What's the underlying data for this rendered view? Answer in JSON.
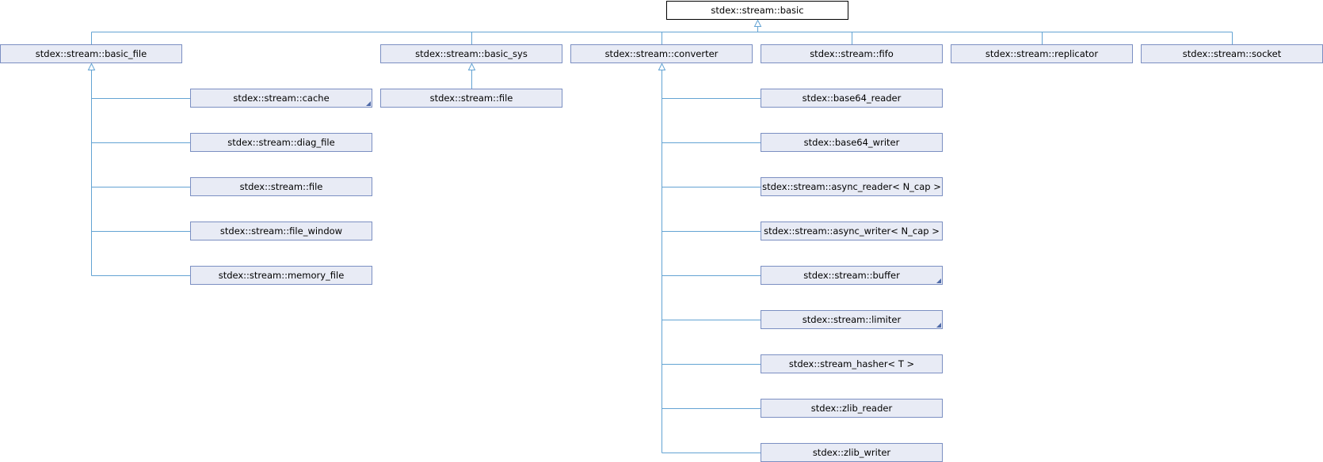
{
  "colors": {
    "edge": "#63a3d3",
    "node_fill": "#e8ebf5",
    "node_border": "#7b8fc2",
    "root_border": "#000000"
  },
  "root": {
    "id": "basic",
    "label": "stdex::stream::basic"
  },
  "children": [
    {
      "id": "basic_file",
      "label": "stdex::stream::basic_file",
      "truncated": false
    },
    {
      "id": "basic_sys",
      "label": "stdex::stream::basic_sys",
      "truncated": false
    },
    {
      "id": "converter",
      "label": "stdex::stream::converter",
      "truncated": false
    },
    {
      "id": "fifo",
      "label": "stdex::stream::fifo",
      "truncated": false
    },
    {
      "id": "replicator",
      "label": "stdex::stream::replicator",
      "truncated": false
    },
    {
      "id": "socket",
      "label": "stdex::stream::socket",
      "truncated": false
    }
  ],
  "basic_file_children": [
    {
      "label": "stdex::stream::cache",
      "truncated": true
    },
    {
      "label": "stdex::stream::diag_file",
      "truncated": false
    },
    {
      "label": "stdex::stream::file",
      "truncated": false
    },
    {
      "label": "stdex::stream::file_window",
      "truncated": false
    },
    {
      "label": "stdex::stream::memory_file",
      "truncated": false
    }
  ],
  "basic_sys_children": [
    {
      "label": "stdex::stream::file",
      "truncated": false
    }
  ],
  "converter_children": [
    {
      "label": "stdex::base64_reader",
      "truncated": false
    },
    {
      "label": "stdex::base64_writer",
      "truncated": false
    },
    {
      "label": "stdex::stream::async_reader< N_cap >",
      "truncated": false
    },
    {
      "label": "stdex::stream::async_writer< N_cap >",
      "truncated": false
    },
    {
      "label": "stdex::stream::buffer",
      "truncated": true
    },
    {
      "label": "stdex::stream::limiter",
      "truncated": true
    },
    {
      "label": "stdex::stream_hasher< T >",
      "truncated": false
    },
    {
      "label": "stdex::zlib_reader",
      "truncated": false
    },
    {
      "label": "stdex::zlib_writer",
      "truncated": false
    }
  ]
}
